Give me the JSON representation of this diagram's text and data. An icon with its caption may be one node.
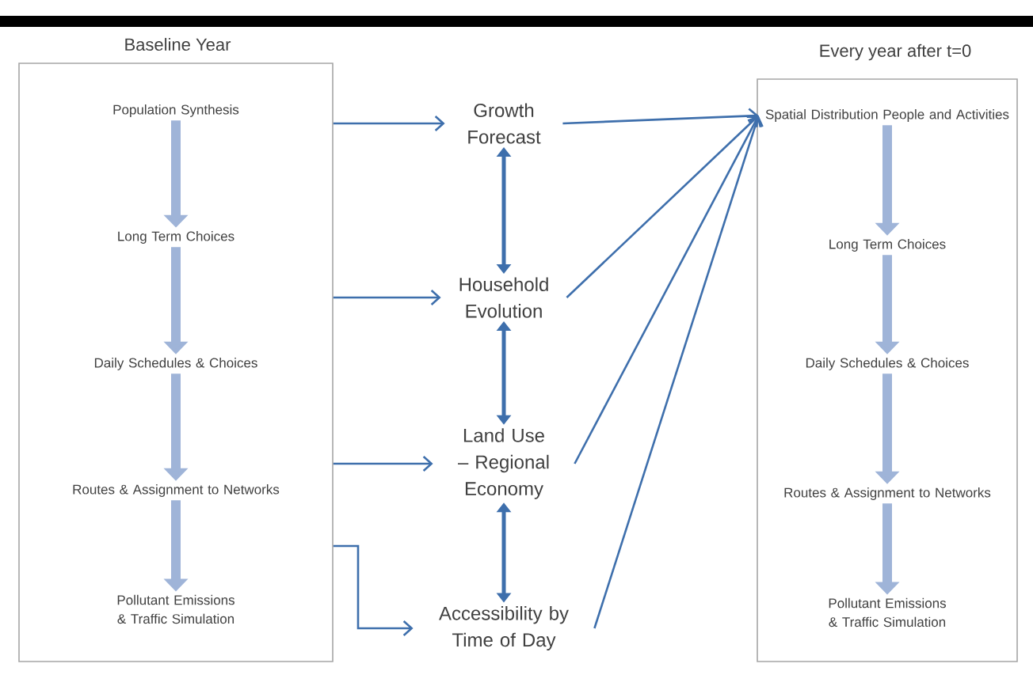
{
  "diagram": {
    "nodes": [
      {
        "text": [
          "Baseline Year"
        ]
      },
      {
        "text": [
          "Population Synthesis"
        ],
        "in": 0
      },
      {
        "text": [
          "Long Term Choices"
        ],
        "in": 0
      },
      {
        "text": [
          "Daily Schedules & Choices"
        ],
        "in": 0
      },
      {
        "text": [
          "Routes & Assignment to Networks"
        ],
        "in": 0
      },
      {
        "text": [
          "Pollutant Emissions & Traffic Simulation"
        ],
        "in": 0
      },
      {
        "text": [
          "Growth Forecast"
        ]
      },
      {
        "text": [
          "Household Evolution"
        ]
      },
      {
        "text": [
          "Land Use – Regional Economy"
        ]
      },
      {
        "text": [
          "Accessibility by Time of Day"
        ]
      },
      {
        "text": [
          "Every year after t=0"
        ]
      },
      {
        "text": [
          "Spatial Distribution People and Activities"
        ],
        "in": 10
      },
      {
        "text": [
          "Long Term Choices"
        ],
        "in": 10
      },
      {
        "text": [
          "Daily Schedules & Choices"
        ],
        "in": 10
      },
      {
        "text": [
          "Routes & Assignment to Networks"
        ],
        "in": 10
      },
      {
        "text": [
          "Pollutant Emissions & Traffic Simulation"
        ],
        "in": 10
      }
    ],
    "edges": [
      {
        "from": 1,
        "to": 2,
        "arrow": "to",
        "style": "thick",
        "color": "#9fb4d8"
      },
      {
        "from": 2,
        "to": 3,
        "arrow": "to",
        "style": "thick",
        "color": "#9fb4d8"
      },
      {
        "from": 3,
        "to": 4,
        "arrow": "to",
        "style": "thick",
        "color": "#9fb4d8"
      },
      {
        "from": 4,
        "to": 5,
        "arrow": "to",
        "style": "thick",
        "color": "#9fb4d8"
      },
      {
        "from": 0,
        "to": 6,
        "arrow": "to"
      },
      {
        "from": 0,
        "to": 7,
        "arrow": "to"
      },
      {
        "from": 0,
        "to": 8,
        "arrow": "to"
      },
      {
        "from": 0,
        "to": 9,
        "arrow": "to"
      },
      {
        "from": 6,
        "to": 7,
        "arrow": "both"
      },
      {
        "from": 7,
        "to": 8,
        "arrow": "both"
      },
      {
        "from": 8,
        "to": 9,
        "arrow": "both"
      },
      {
        "from": 6,
        "to": 11,
        "arrow": "to"
      },
      {
        "from": 7,
        "to": 11,
        "arrow": "to"
      },
      {
        "from": 8,
        "to": 11,
        "arrow": "to"
      },
      {
        "from": 9,
        "to": 11,
        "arrow": "to"
      },
      {
        "from": 11,
        "to": 12,
        "arrow": "to",
        "style": "thick",
        "color": "#9fb4d8"
      },
      {
        "from": 12,
        "to": 13,
        "arrow": "to",
        "style": "thick",
        "color": "#9fb4d8"
      },
      {
        "from": 13,
        "to": 14,
        "arrow": "to",
        "style": "thick",
        "color": "#9fb4d8"
      },
      {
        "from": 14,
        "to": 15,
        "arrow": "to",
        "style": "thick",
        "color": "#9fb4d8"
      }
    ]
  }
}
